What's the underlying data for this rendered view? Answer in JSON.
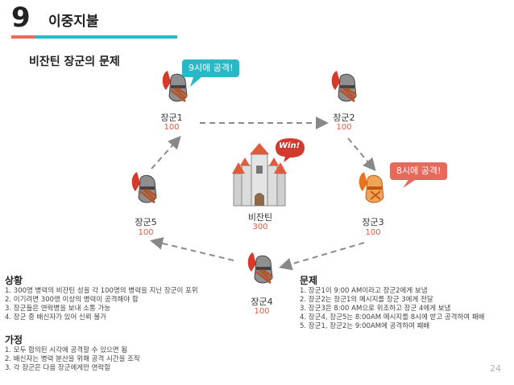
{
  "header": {
    "number": "9",
    "title": "이중지불"
  },
  "subtitle": "비잔틴 장군의 문제",
  "colors": {
    "accent_teal": "#2bb8c6",
    "accent_red": "#e66a5c",
    "value_red": "#e05a3c"
  },
  "generals": [
    {
      "id": "g1",
      "name": "장군1",
      "value": "100",
      "icon": "knight-helmet-icon"
    },
    {
      "id": "g2",
      "name": "장군2",
      "value": "100",
      "icon": "knight-helmet-icon"
    },
    {
      "id": "g3",
      "name": "장군3",
      "value": "100",
      "icon": "knight-helmet-orange-icon"
    },
    {
      "id": "g4",
      "name": "장군4",
      "value": "100",
      "icon": "knight-helmet-icon"
    },
    {
      "id": "g5",
      "name": "장군5",
      "value": "100",
      "icon": "knight-helmet-icon"
    }
  ],
  "castle": {
    "name": "비잔틴",
    "value": "300",
    "badge": "Win!",
    "icon": "castle-icon"
  },
  "bubbles": {
    "g1": "9시에 공격!",
    "g3": "8시에 공격!"
  },
  "situation": {
    "heading": "상황",
    "lines": [
      "1. 300명 병력의 비잔틴 성을 각 100명의 병력을 지닌 장군이 포위",
      "2. 이기려면 300명 이상의 병력이 공격해야 함",
      "3. 장군들은 연락병을 보내 소통 가능",
      "4. 장군 중 배신자가 있어 신뢰 불가"
    ]
  },
  "assumption": {
    "heading": "가정",
    "lines": [
      "1. 모두 합의된 시각에 공격할 수 있으면 됨",
      "2. 배신자는 병력 분산을 위해 공격 시간을 조작",
      "3. 각 장군은 다음 장군에게만 연락함"
    ]
  },
  "problem": {
    "heading": "문제",
    "lines": [
      "1. 장군1이 9:00 AM이라고 장군2에게 보냄",
      "2. 장군2는 장군1의 메시지를 장군 3에게 전달",
      "3. 장군3은 8:00 AM으로 위조하고 장군 4에게 보냄",
      "4. 장군4, 장군5는 8:00AM 메시지를 8시에 받고 공격하여 패배",
      "5. 장군1, 장군2는 9:00AM에 공격하여 패배"
    ]
  },
  "page_number": "24"
}
